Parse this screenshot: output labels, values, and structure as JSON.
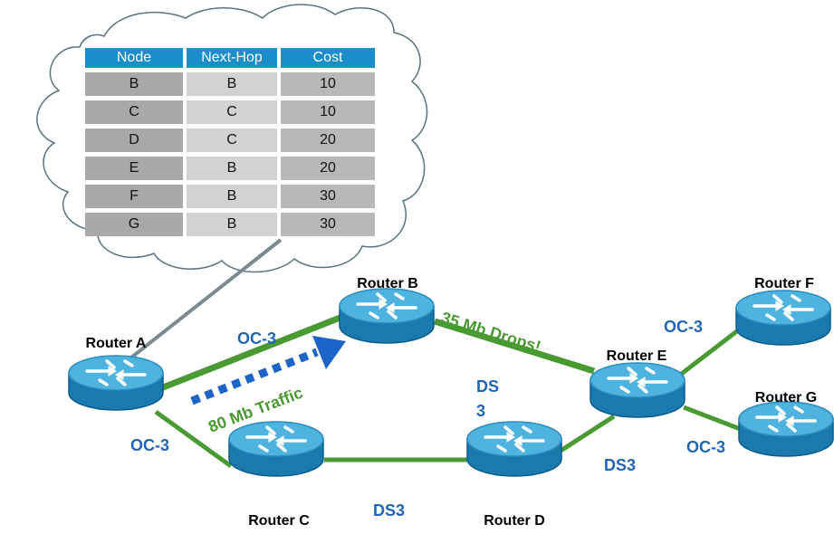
{
  "routing_table": {
    "headers": [
      "Node",
      "Next-Hop",
      "Cost"
    ],
    "rows": [
      [
        "B",
        "B",
        "10"
      ],
      [
        "C",
        "C",
        "10"
      ],
      [
        "D",
        "C",
        "20"
      ],
      [
        "E",
        "B",
        "20"
      ],
      [
        "F",
        "B",
        "30"
      ],
      [
        "G",
        "B",
        "30"
      ]
    ]
  },
  "routers": {
    "a": "Router A",
    "b": "Router B",
    "c": "Router C",
    "d": "Router D",
    "e": "Router E",
    "f": "Router F",
    "g": "Router G"
  },
  "links": {
    "a_b": "OC-3",
    "a_c": "OC-3",
    "b_e_line1": "DS",
    "b_e_line2": "3",
    "c_d": "DS3",
    "d_e": "DS3",
    "e_f": "OC-3",
    "e_g": "OC-3"
  },
  "annotations": {
    "traffic": "80 Mb Traffic",
    "drops": "35 Mb Drops!"
  },
  "colors": {
    "highlight_path": "#4a9a34",
    "router_top": "#4fb3e0",
    "router_side": "#1a7ab0",
    "cloud_outline": "#5a7380",
    "link_label": "#2165b4",
    "traffic_arrow": "#1c64c8",
    "table_header": "#1a8ec8"
  }
}
